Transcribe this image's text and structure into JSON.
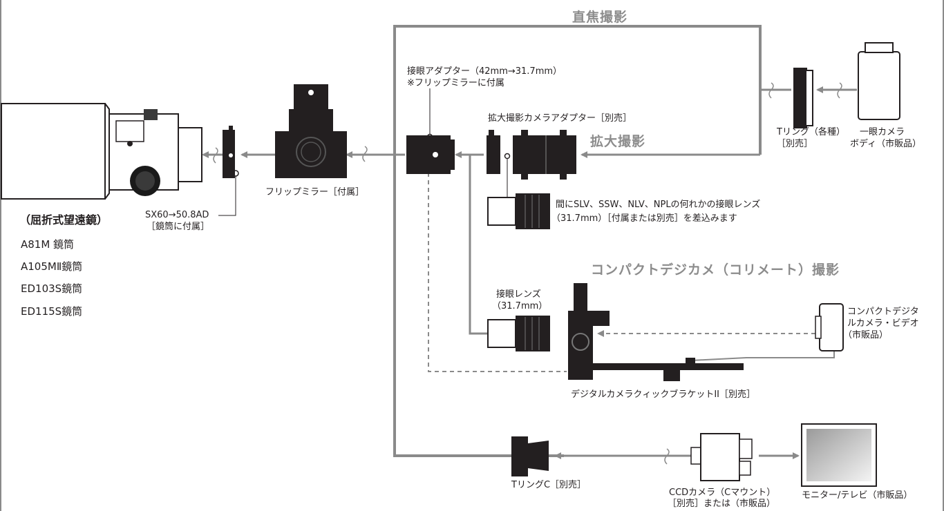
{
  "sections": {
    "direct": "直焦撮影",
    "magnified": "拡大撮影",
    "compact": "コンパクトデジカメ（コリメート）撮影"
  },
  "scopes": {
    "heading": "（屈折式望遠鏡）",
    "items": [
      "A81M 鏡筒",
      "A105MⅡ鏡筒",
      "ED103S鏡筒",
      "ED115S鏡筒"
    ]
  },
  "labels": {
    "sx60_l1": "SX60→50.8AD",
    "sx60_l2": "［鏡筒に付属］",
    "flip_mirror": "フリップミラー［付属］",
    "eyepiece_adapter_l1": "接眼アダプター（42mm→31.7mm）",
    "eyepiece_adapter_l2": "※フリップミラーに付属",
    "mag_adapter": "拡大撮影カメラアダプター［別売］",
    "tring_l1": "Tリング（各種）",
    "tring_l2": "［別売］",
    "slr_l1": "一眼カメラ",
    "slr_l2": "ボディ（市販品）",
    "eyepiece_note_l1": "間にSLV、SSW、NLV、NPLの何れかの接眼レンズ",
    "eyepiece_note_l2": "（31.7mm）［付属または別売］を差込みます",
    "eyepiece_l1": "接眼レンズ",
    "eyepiece_l2": "（31.7mm）",
    "compact_cam_l1": "コンパクトデジタ",
    "compact_cam_l2": "ルカメラ・ビデオ",
    "compact_cam_l3": "（市販品）",
    "bracket": "デジタルカメラクィックブラケットII［別売］",
    "tring_c": "TリングC［別売］",
    "ccd_l1": "CCDカメラ（Cマウント）",
    "ccd_l2": "［別売］または（市販品）",
    "monitor": "モニター/テレビ（市販品）"
  },
  "colors": {
    "line": "#8a8a8a",
    "dark": "#231f20",
    "section_text": "#8c8c8c"
  }
}
